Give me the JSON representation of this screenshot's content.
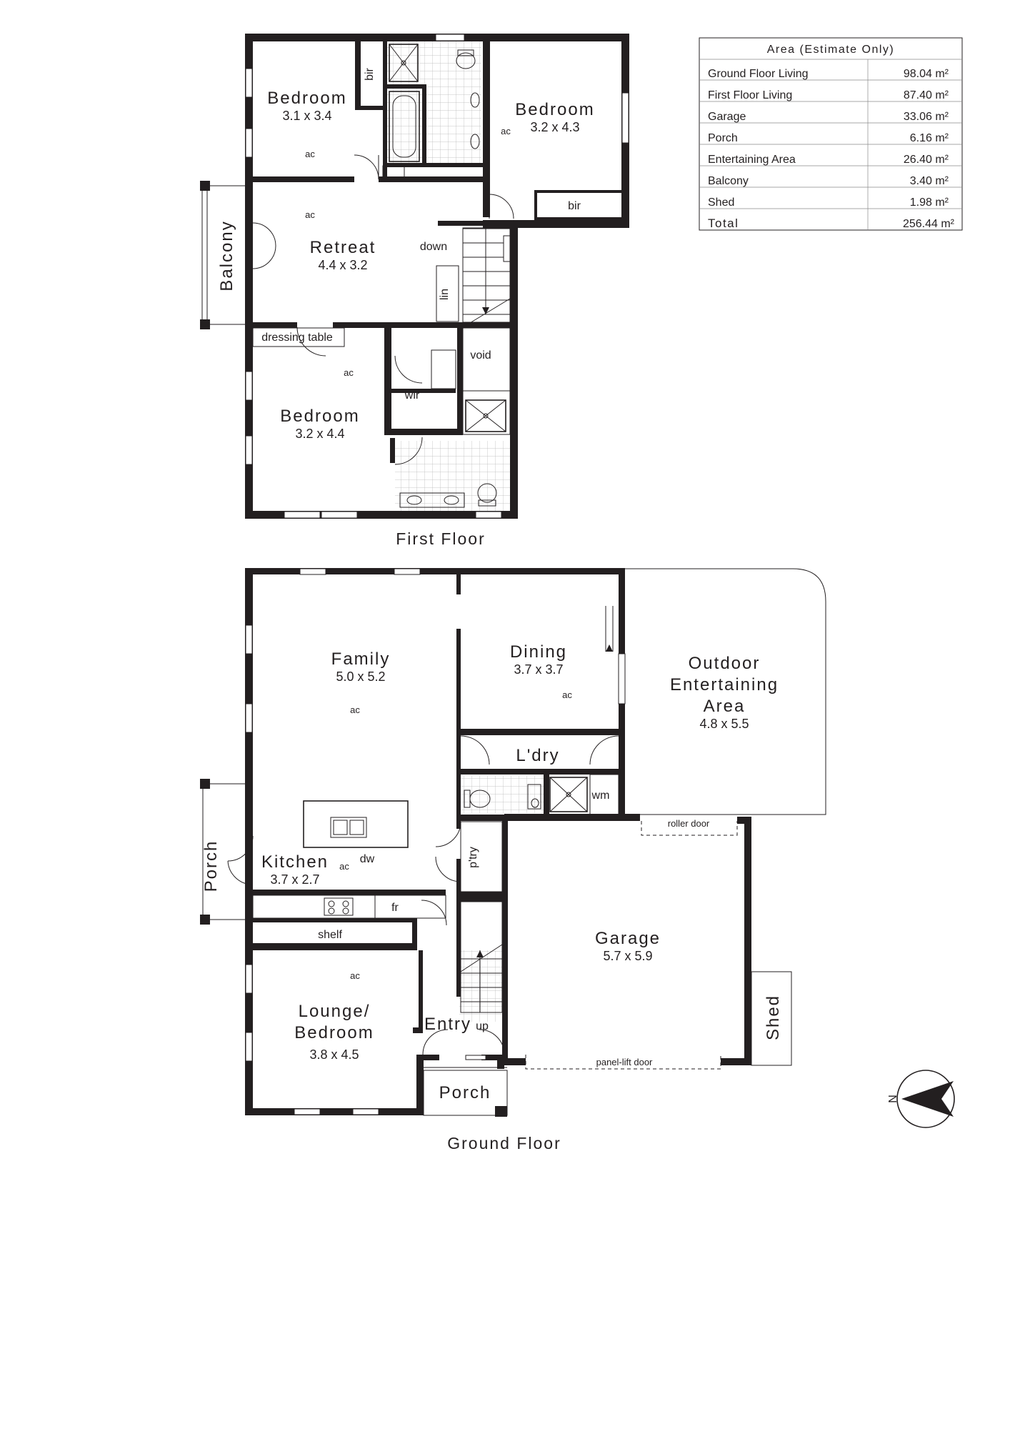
{
  "area_table": {
    "title": "Area (Estimate Only)",
    "rows": [
      {
        "label": "Ground Floor Living",
        "value": "98.04 m²"
      },
      {
        "label": "First Floor Living",
        "value": "87.40 m²"
      },
      {
        "label": "Garage",
        "value": "33.06 m²"
      },
      {
        "label": "Porch",
        "value": "6.16 m²"
      },
      {
        "label": "Entertaining Area",
        "value": "26.40 m²"
      },
      {
        "label": "Balcony",
        "value": "3.40 m²"
      },
      {
        "label": "Shed",
        "value": "1.98 m²"
      }
    ],
    "total_label": "Total",
    "total_value": "256.44 m²"
  },
  "first_floor": {
    "label": "First Floor",
    "bedroom1": {
      "name": "Bedroom",
      "dims": "3.1 x 3.4"
    },
    "bedroom2": {
      "name": "Bedroom",
      "dims": "3.2 x 4.3"
    },
    "retreat": {
      "name": "Retreat",
      "dims": "4.4 x 3.2"
    },
    "bedroom3": {
      "name": "Bedroom",
      "dims": "3.2 x 4.4"
    },
    "balcony": "Balcony",
    "bir1": "bir",
    "bir2": "bir",
    "lin": "lin",
    "void": "void",
    "wir": "wir",
    "dressing_table": "dressing table",
    "down": "down",
    "ac": "ac"
  },
  "ground_floor": {
    "label": "Ground Floor",
    "family": {
      "name": "Family",
      "dims": "5.0 x 5.2"
    },
    "dining": {
      "name": "Dining",
      "dims": "3.7 x 3.7"
    },
    "outdoor": {
      "name1": "Outdoor",
      "name2": "Entertaining",
      "name3": "Area",
      "dims": "4.8 x 5.5"
    },
    "ldry": "L'dry",
    "wm": "wm",
    "kitchen": {
      "name": "Kitchen",
      "dims": "3.7 x 2.7"
    },
    "dw": "dw",
    "pantry": "p'try",
    "fr": "fr",
    "shelf": "shelf",
    "porch_side": "Porch",
    "garage": {
      "name": "Garage",
      "dims": "5.7 x 5.9"
    },
    "roller_door": "roller door",
    "panel_lift_door": "panel-lift door",
    "shed": "Shed",
    "lounge": {
      "name1": "Lounge/",
      "name2": "Bedroom",
      "dims": "3.8 x 4.5"
    },
    "entry": "Entry",
    "up": "up",
    "porch_front": "Porch",
    "ac": "ac"
  },
  "compass": {
    "label": "N",
    "icon": "north-arrow-icon"
  }
}
